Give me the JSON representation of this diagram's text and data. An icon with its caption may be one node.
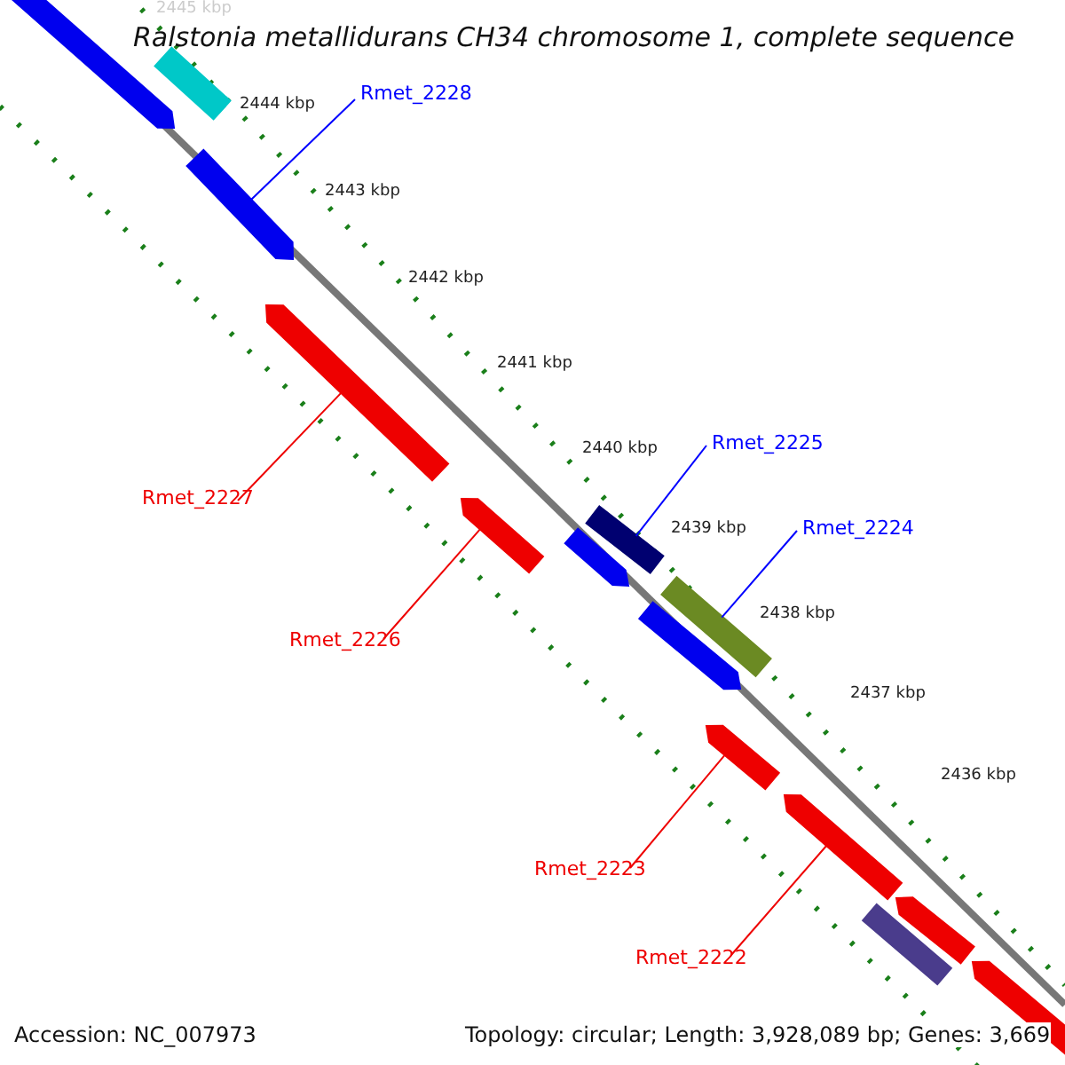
{
  "diagram": {
    "title": "Ralstonia metallidurans CH34 chromosome 1, complete sequence",
    "nodes": [
      {
        "text": [
          "Rmet_2228"
        ]
      },
      {
        "text": [
          "Rmet_2225"
        ]
      },
      {
        "text": [
          "Rmet_2224"
        ]
      },
      {
        "text": [
          "Rmet_2227"
        ]
      },
      {
        "text": [
          "Rmet_2226"
        ]
      },
      {
        "text": [
          "Rmet_2223"
        ]
      },
      {
        "text": [
          "Rmet_2222"
        ]
      },
      {
        "text": [],
        "shape": "bar"
      },
      {
        "text": [],
        "shape": "bar"
      },
      {
        "text": [],
        "shape": "bar"
      },
      {
        "text": [],
        "shape": "bar"
      },
      {
        "text": [],
        "shape": "bar"
      },
      {
        "text": [],
        "shape": "bar"
      },
      {
        "text": [],
        "shape": "bar"
      },
      {
        "text": [],
        "shape": "bar"
      },
      {
        "text": [],
        "shape": "bar"
      },
      {
        "text": [],
        "shape": "bar"
      },
      {
        "text": [],
        "shape": "bar"
      },
      {
        "text": [],
        "shape": "bar"
      },
      {
        "text": [],
        "shape": "bar"
      },
      {
        "text": [],
        "shape": "bar"
      }
    ],
    "edges": [
      {
        "from": 0,
        "to": 9,
        "arrow": "none",
        "color": "#0000ff"
      },
      {
        "from": 1,
        "to": 12,
        "arrow": "none",
        "color": "#0000ff"
      },
      {
        "from": 2,
        "to": 14,
        "arrow": "none",
        "color": "#0000ff"
      },
      {
        "from": 3,
        "to": 10,
        "arrow": "none"
      },
      {
        "from": 4,
        "to": 11,
        "arrow": "none"
      },
      {
        "from": 5,
        "to": 16,
        "arrow": "none"
      },
      {
        "from": 6,
        "to": 17,
        "arrow": "none"
      }
    ],
    "labels": [
      "2445 kbp",
      "2444 kbp",
      "2443 kbp",
      "2442 kbp",
      "2441 kbp",
      "2440 kbp",
      "2439 kbp",
      "2438 kbp",
      "2437 kbp",
      "2436 kbp",
      "Accession: NC_007973",
      "Topology: circular; Length: 3,928,089 bp; Genes: 3,669"
    ]
  }
}
